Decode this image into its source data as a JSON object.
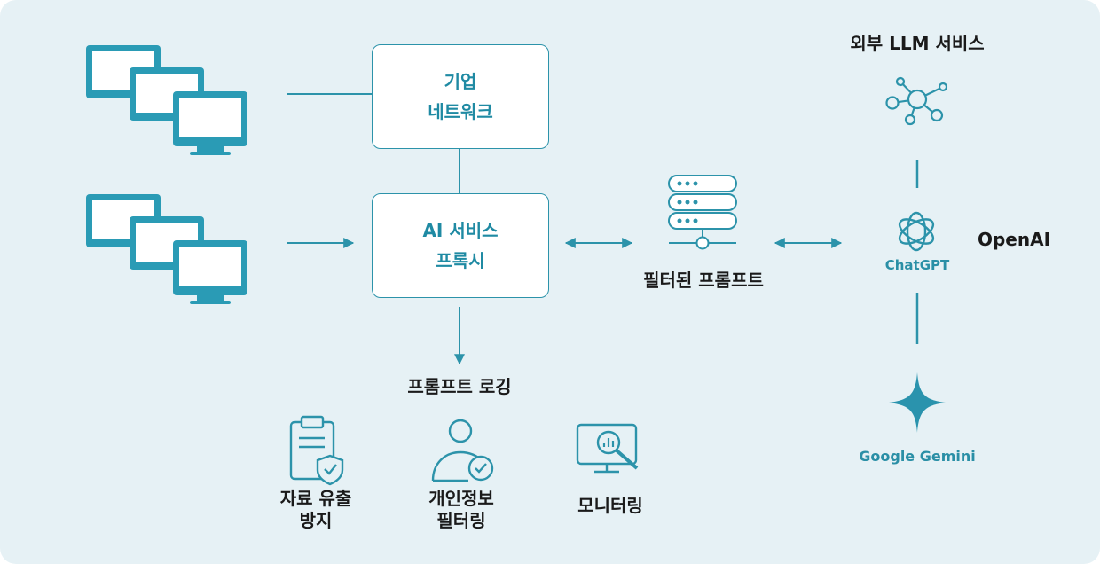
{
  "network": {
    "line1": "기업",
    "line2": "네트워크"
  },
  "proxy": {
    "line1": "AI 서비스",
    "line2": "프록시"
  },
  "filtered_prompt": "필터된 프롬프트",
  "prompt_logging": "프롬프트 로깅",
  "external_title": "외부 LLM 서비스",
  "openai": "OpenAI",
  "chatgpt": "ChatGPT",
  "gemini": "Google Gemini",
  "features": [
    {
      "line1": "자료 유출",
      "line2": "방지"
    },
    {
      "line1": "개인정보",
      "line2": "필터링"
    },
    {
      "line1": "모니터링",
      "line2": ""
    }
  ],
  "colors": {
    "accent": "#2c93aa",
    "background": "#e6f1f5",
    "text": "#1a1a1a"
  }
}
